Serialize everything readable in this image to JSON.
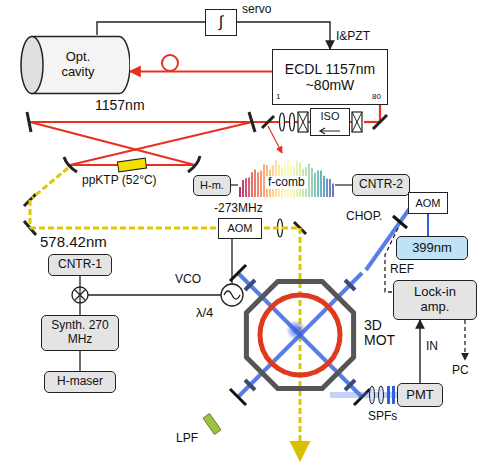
{
  "diagram": {
    "nodes": [
      {
        "text": [
          "Opt. cavity"
        ]
      },
      {
        "text": [
          "∫"
        ]
      },
      {
        "text": [
          "ECDL 1157nm ~80mW"
        ]
      },
      {
        "text": [
          "ISO"
        ]
      },
      {
        "text": [
          "H-m."
        ]
      },
      {
        "text": [
          "CNTR-2"
        ]
      },
      {
        "text": [
          "AOM"
        ]
      },
      {
        "text": [
          "AOM"
        ]
      },
      {
        "text": [
          "399nm"
        ]
      },
      {
        "text": [
          "Lock-in amp."
        ]
      },
      {
        "text": [
          "CNTR-1"
        ]
      },
      {
        "text": [
          "Synth. 270 MHz"
        ]
      },
      {
        "text": [
          "H-maser"
        ]
      },
      {
        "text": [
          "PMT"
        ]
      }
    ],
    "edges": [
      {
        "from": 0,
        "to": 1,
        "arrow": "none"
      },
      {
        "from": 1,
        "to": 2,
        "arrow": "to"
      },
      {
        "from": 2,
        "to": 0,
        "arrow": "to"
      },
      {
        "from": 12,
        "to": 11,
        "arrow": "none"
      },
      {
        "from": 11,
        "to": 10,
        "arrow": "none"
      },
      {
        "from": 7,
        "to": 8,
        "arrow": "none"
      },
      {
        "from": 13,
        "to": 9,
        "arrow": "to"
      }
    ],
    "labels": [
      "servo",
      "I&PZT",
      "1",
      "80",
      "1157nm",
      "ppKTP (52°C)",
      "f-comb",
      "578.42nm",
      "-273MHz",
      "VCO",
      "CHOP.",
      "REF",
      "λ/4",
      "3D MOT",
      "LPF",
      "SPFs",
      "IN",
      "PC"
    ]
  }
}
